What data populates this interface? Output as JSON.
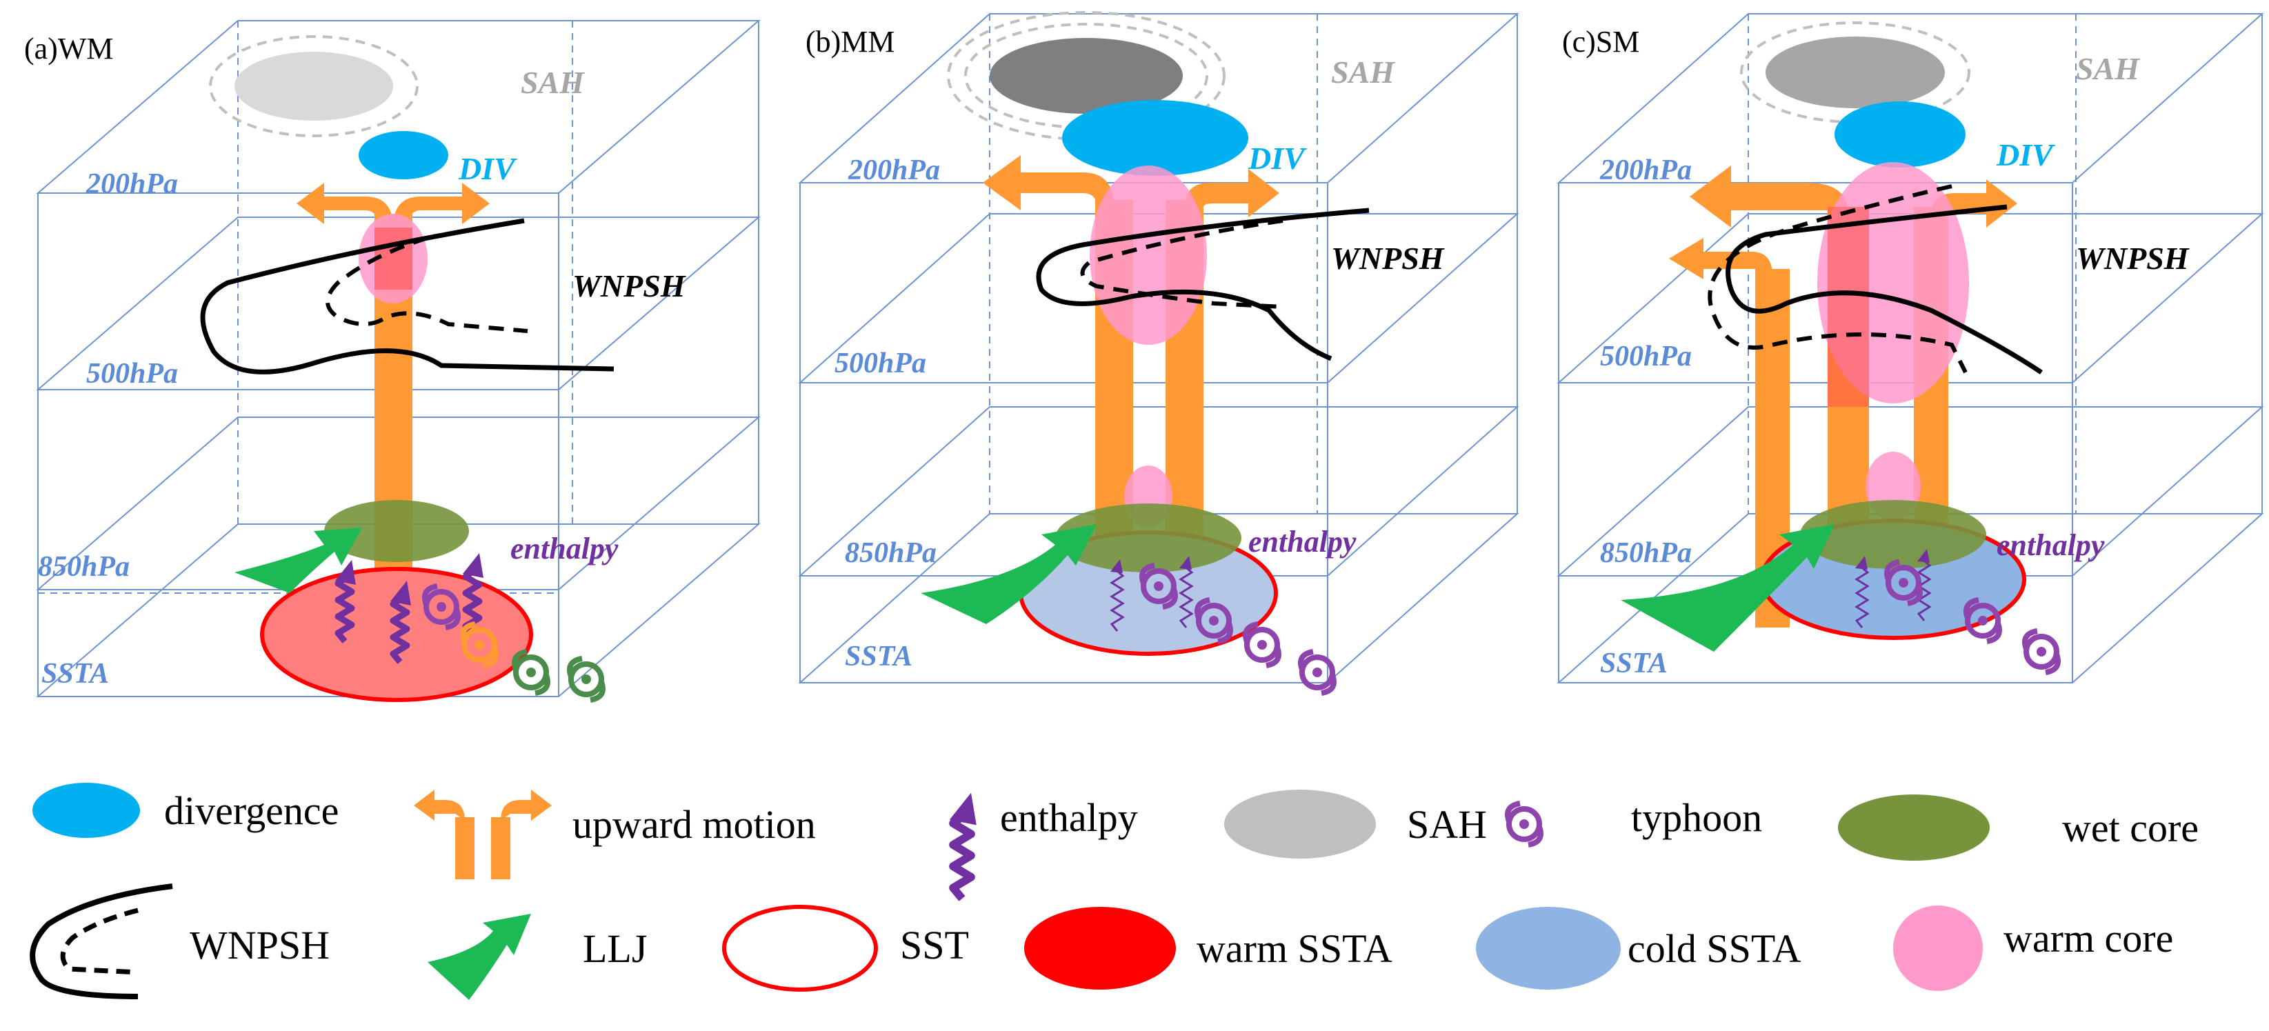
{
  "panels": [
    {
      "title": "(a)WM",
      "levels": [
        "200hPa",
        "500hPa",
        "850hPa",
        "SSTA"
      ],
      "labels": {
        "sah": "SAH",
        "div": "DIV",
        "wnpsh": "WNPSH",
        "enthalpy": "enthalpy"
      }
    },
    {
      "title": "(b)MM",
      "levels": [
        "200hPa",
        "500hPa",
        "850hPa",
        "SSTA"
      ],
      "labels": {
        "sah": "SAH",
        "div": "DIV",
        "wnpsh": "WNPSH",
        "enthalpy": "enthalpy"
      }
    },
    {
      "title": "(c)SM",
      "levels": [
        "200hPa",
        "500hPa",
        "850hPa",
        "SSTA"
      ],
      "labels": {
        "sah": "SAH",
        "div": "DIV",
        "wnpsh": "WNPSH",
        "enthalpy": "enthalpy"
      }
    }
  ],
  "legend": {
    "divergence": "divergence",
    "upward_motion": "upward motion",
    "enthalpy": "enthalpy",
    "sah": "SAH",
    "typhoon": "typhoon",
    "wet_core": "wet core",
    "wnpsh": "WNPSH",
    "llj": "LLJ",
    "sst": "SST",
    "warm_ssta": "warm SSTA",
    "cold_ssta": "cold SSTA",
    "warm_core": "warm core"
  },
  "colors": {
    "divergence": "#00b0f0",
    "upward_motion": "#ff9933",
    "enthalpy": "#7030a0",
    "sah_light": "#d9d9d9",
    "sah_mid": "#a6a6a6",
    "sah_dark": "#7f7f7f",
    "typhoon": "#8e44ad",
    "wet_core": "#77933c",
    "llj": "#1db954",
    "sst": "#ff0000",
    "warm_ssta": "#ff0000",
    "cold_ssta": "#8eb4e3",
    "warm_core": "#ff99cc",
    "level_text": "#5b8bd6",
    "box_line": "#5b8bd6"
  }
}
